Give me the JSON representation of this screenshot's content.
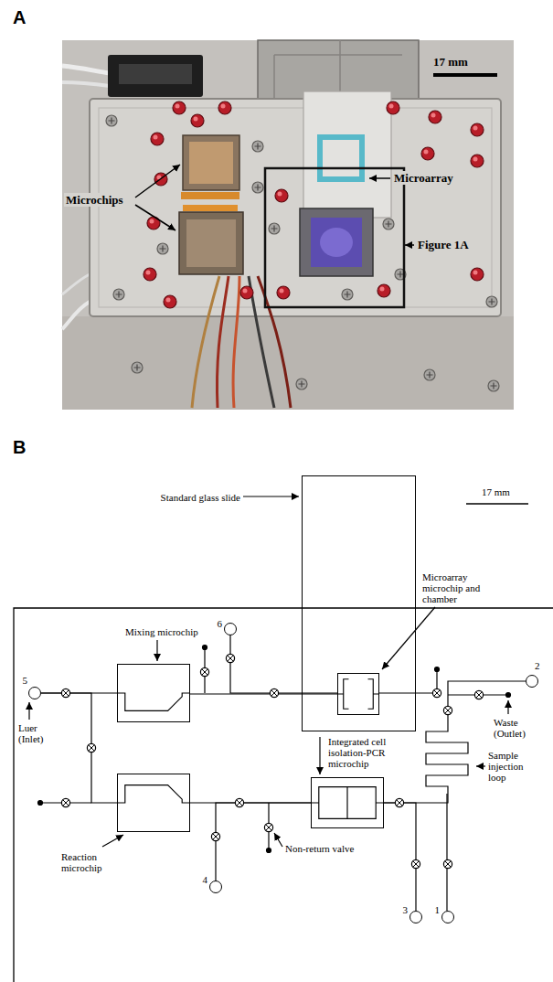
{
  "diagram": {
    "nodes": [
      {
        "text": [
          "Standard glass slide"
        ]
      },
      {
        "text": [
          "Microarray microchip and chamber"
        ],
        "in": 0
      },
      {
        "text": [
          "6"
        ]
      },
      {
        "text": [
          "2"
        ]
      },
      {
        "text": [
          "5"
        ]
      },
      {
        "text": [
          "Mixing microchip"
        ]
      },
      {
        "text": [
          "Sample injection loop"
        ]
      },
      {
        "text": [
          "Reaction microchip"
        ]
      },
      {
        "text": [
          "Integrated cell isolation-PCR microchip"
        ]
      },
      {
        "text": [
          "4"
        ]
      },
      {
        "text": [
          "3"
        ]
      },
      {
        "text": [
          "1"
        ]
      }
    ],
    "edges": [
      {
        "from": 4,
        "to": 5,
        "arrow": "none"
      },
      {
        "from": 5,
        "to": 1,
        "arrow": "none"
      },
      {
        "from": 2,
        "to": 1,
        "arrow": "none"
      },
      {
        "from": 4,
        "to": 7,
        "arrow": "none"
      },
      {
        "from": 7,
        "to": 8,
        "arrow": "none"
      },
      {
        "from": 9,
        "to": 8,
        "arrow": "none"
      },
      {
        "from": 8,
        "to": 6,
        "arrow": "none"
      },
      {
        "from": 10,
        "to": 8,
        "arrow": "none"
      },
      {
        "from": 11,
        "to": 6,
        "arrow": "none"
      },
      {
        "from": 6,
        "to": 3,
        "arrow": "none"
      }
    ],
    "labels": [
      "A",
      "17 mm",
      "Microchips",
      "Microarray",
      "Figure 1A",
      "B",
      "17 mm",
      "Luer (Inlet)",
      "Non-return valve",
      "Waste (Outlet)"
    ]
  }
}
